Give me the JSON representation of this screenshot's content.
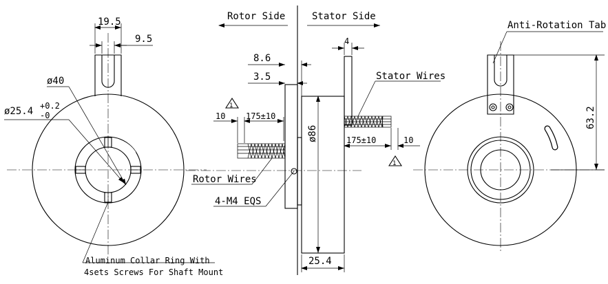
{
  "header": {
    "rotor_side": "Rotor Side",
    "stator_side": "Stator Side"
  },
  "front_view": {
    "dim_tab_width": "19.5",
    "dim_slot_width": "9.5",
    "dim_outer_diameter": "ø40",
    "dim_bore_diameter": "ø25.4",
    "dim_bore_tol_upper": "+0.2",
    "dim_bore_tol_lower": "-0",
    "callout_line1": "Aluminum Collar Ring With",
    "callout_line2": "4sets Screws For Shaft Mount"
  },
  "side_view": {
    "dim_8_6": "8.6",
    "dim_3_5": "3.5",
    "dim_4": "4",
    "dim_86": "ø86",
    "dim_25_4": "25.4",
    "dim_10_left": "10",
    "dim_175_left": "175±10",
    "dim_175_right": "175±10",
    "dim_10_right": "10",
    "label_stator_wires": "Stator Wires",
    "label_rotor_wires": "Rotor Wires",
    "label_m4": "4-M4 EQS",
    "warning_mark": "1"
  },
  "rear_view": {
    "label_anti_rotation": "Anti-Rotation Tab",
    "dim_63_2": "63.2"
  }
}
